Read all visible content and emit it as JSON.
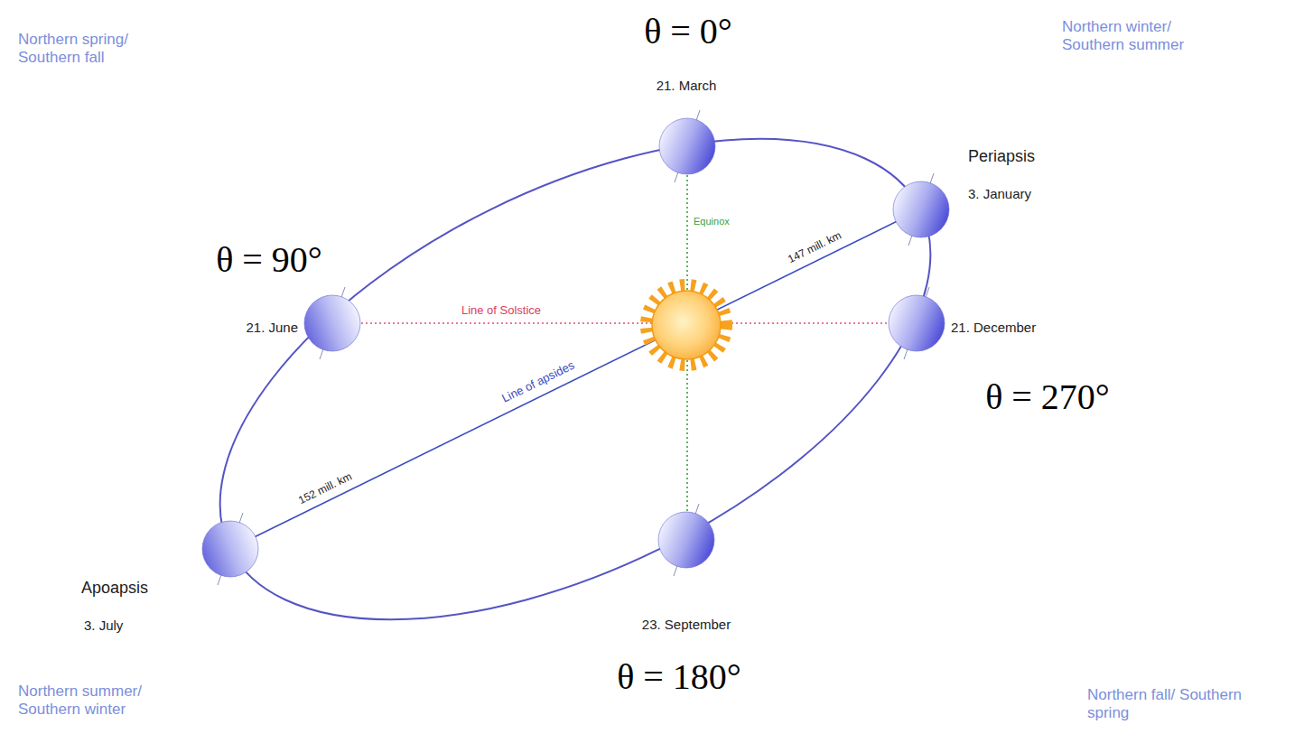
{
  "diagram": {
    "labels": [
      "θ = 0°",
      "21. March",
      "Northern spring/ Southern fall",
      "Northern winter/ Southern summer",
      "Periapsis",
      "3. January",
      "Equinox",
      "147 mill. km",
      "θ = 90°",
      "21. June",
      "Line of Solstice",
      "21. December",
      "θ = 270°",
      "Line of apsides",
      "152 mill. km",
      "Apoapsis",
      "3. July",
      "23. September",
      "θ = 180°",
      "Northern summer/ Southern winter",
      "Northern fall/ Southern spring"
    ]
  }
}
